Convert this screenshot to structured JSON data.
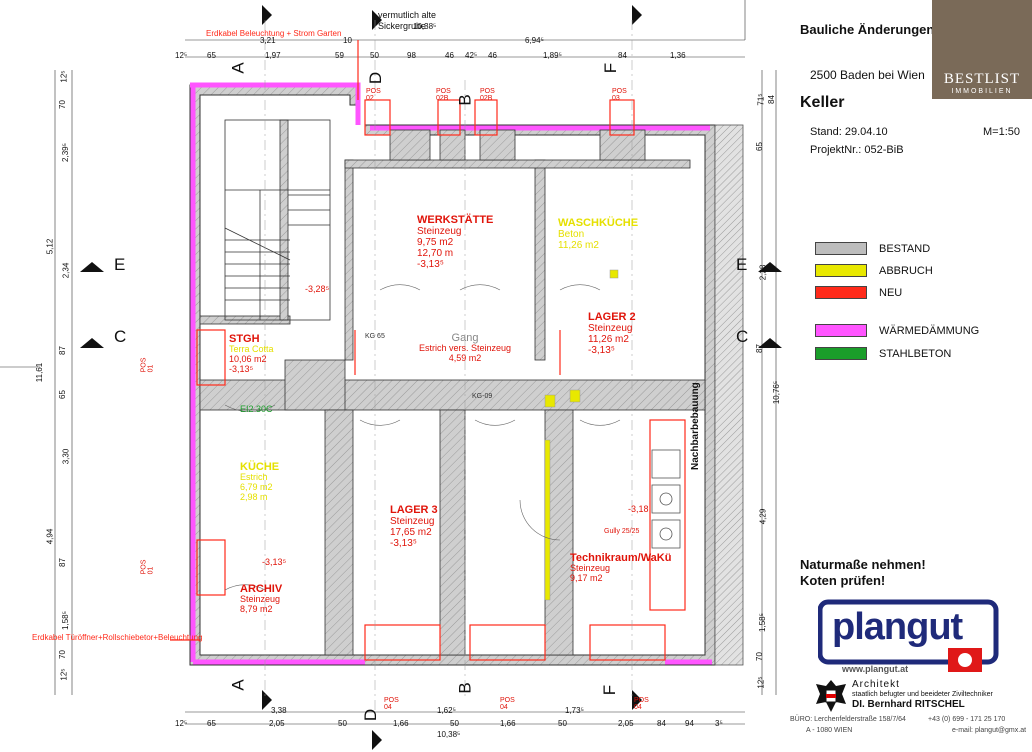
{
  "header": {
    "title": "Bauliche Änderungen",
    "address": "2500 Baden bei Wien",
    "level": "Keller",
    "stand": "Stand: 29.04.10",
    "scale": "M=1:50",
    "projekt": "ProjektNr.: 052-BiB"
  },
  "brand": {
    "name": "BESTLIST",
    "sub": "IMMOBILIEN"
  },
  "legend": [
    {
      "label": "BESTAND",
      "color": "#bdbdbd"
    },
    {
      "label": "ABBRUCH",
      "color": "#e8e800"
    },
    {
      "label": "NEU",
      "color": "#ff2a1a"
    },
    {
      "label": "WÄRMEDÄMMUNG",
      "color": "#ff55ff"
    },
    {
      "label": "STAHLBETON",
      "color": "#1a9e2a"
    }
  ],
  "notes": {
    "line1": "Naturmaße nehmen!",
    "line2": "Koten prüfen!"
  },
  "architect": {
    "logo": "plangut",
    "web": "www.plangut.at",
    "role": "Architekt",
    "desc": "staatlich befugter und beeideter Ziviltechniker",
    "name": "DI. Bernhard RITSCHEL",
    "office": "BÜRO: Lerchenfelderstraße 158/7/64",
    "city": "A - 1080 WIEN",
    "phone": "+43 (0) 699 - 171 25 170",
    "email": "e-mail: plangut@gmx.at"
  },
  "rooms": {
    "werkstatte": {
      "name": "WERKSTÄTTE",
      "floor": "Steinzeug",
      "area": "9,75 m2",
      "perim": "12,70  m",
      "level": "-3,13⁵"
    },
    "waschkuche": {
      "name": "WASCHKÜCHE",
      "floor": "Beton",
      "area": "11,26 m2"
    },
    "lager2": {
      "name": "LAGER 2",
      "floor": "Steinzeug",
      "area": "11,26 m2",
      "level": "-3,13⁵"
    },
    "stgh": {
      "name": "STGH",
      "floor": "Terra Cotta",
      "area": "10,06 m2",
      "level": "-3,13⁵"
    },
    "gang": {
      "name": "Gang",
      "floor": "Estrich vers. Steinzeug",
      "area": "4,59 m2"
    },
    "kuche": {
      "name": "KÜCHE",
      "floor": "Estrich",
      "area": "6,79 m2",
      "height": "2,98  m"
    },
    "lager3": {
      "name": "LAGER 3",
      "floor": "Steinzeug",
      "area": "17,65 m2",
      "level": "-3,13⁵"
    },
    "archiv": {
      "name": "ARCHIV",
      "floor": "Steinzeug",
      "area": "8,79 m2",
      "level": "-3,13⁵"
    },
    "technik": {
      "name": "Technikraum/WaKü",
      "floor": "Steinzeug",
      "area": "9,17 m2"
    }
  },
  "annotations": {
    "cable_top": "Erdkabel Beleuchtung + Strom Garten",
    "sickergrube_1": "vermutlich alte",
    "sickergrube_2": "Sickergrube",
    "cable_bottom": "Erdkabel Türöffner+Rollschiebetor+Beleuchtung",
    "nachbar": "Nachbarbebauung",
    "level_stair": "-3,28⁵",
    "level_technik": "-3,18",
    "level_archiv": "-3,13⁵"
  },
  "sections": {
    "A": "A",
    "B": "B",
    "C": "C",
    "D": "D",
    "E": "E",
    "F": "F"
  },
  "dims_top": [
    "12⁵",
    "65",
    "1,97",
    "59",
    "50",
    "98",
    "46",
    "42⁵",
    "46",
    "1,89⁵",
    "84",
    "1,36"
  ],
  "dims_top2": [
    "3,21",
    "10",
    "10,38⁵",
    "6,94⁵"
  ],
  "dims_bottom": [
    "12⁵",
    "65",
    "2,05",
    "50",
    "1,66",
    "50",
    "1,66",
    "50",
    "2,05",
    "84",
    "94",
    "3⁵"
  ],
  "dims_bottom2": [
    "3,38",
    "1,62⁵",
    "1,73⁵",
    "10,38⁵"
  ],
  "dims_left": [
    "12⁵",
    "70",
    "2,39⁵",
    "5,12",
    "2,34",
    "87",
    "65",
    "11,61",
    "3,30",
    "4,94",
    "87",
    "1,58⁵",
    "70",
    "12⁵"
  ],
  "dims_right": [
    "71⁵",
    "84",
    "65",
    "2,28",
    "87",
    "10,76⁵",
    "4,29",
    "1,58⁵",
    "70",
    "12⁵"
  ],
  "pos_labels": [
    "POS 02",
    "POS 02B",
    "POS 02B",
    "POS 03",
    "POS 01",
    "POS 01",
    "POS 04",
    "POS 04",
    "POS 04"
  ],
  "misc": {
    "ei2": "EI2 30C",
    "gully": "Gully 25/25",
    "kg65": "KG 65",
    "kg": "KG-09"
  }
}
